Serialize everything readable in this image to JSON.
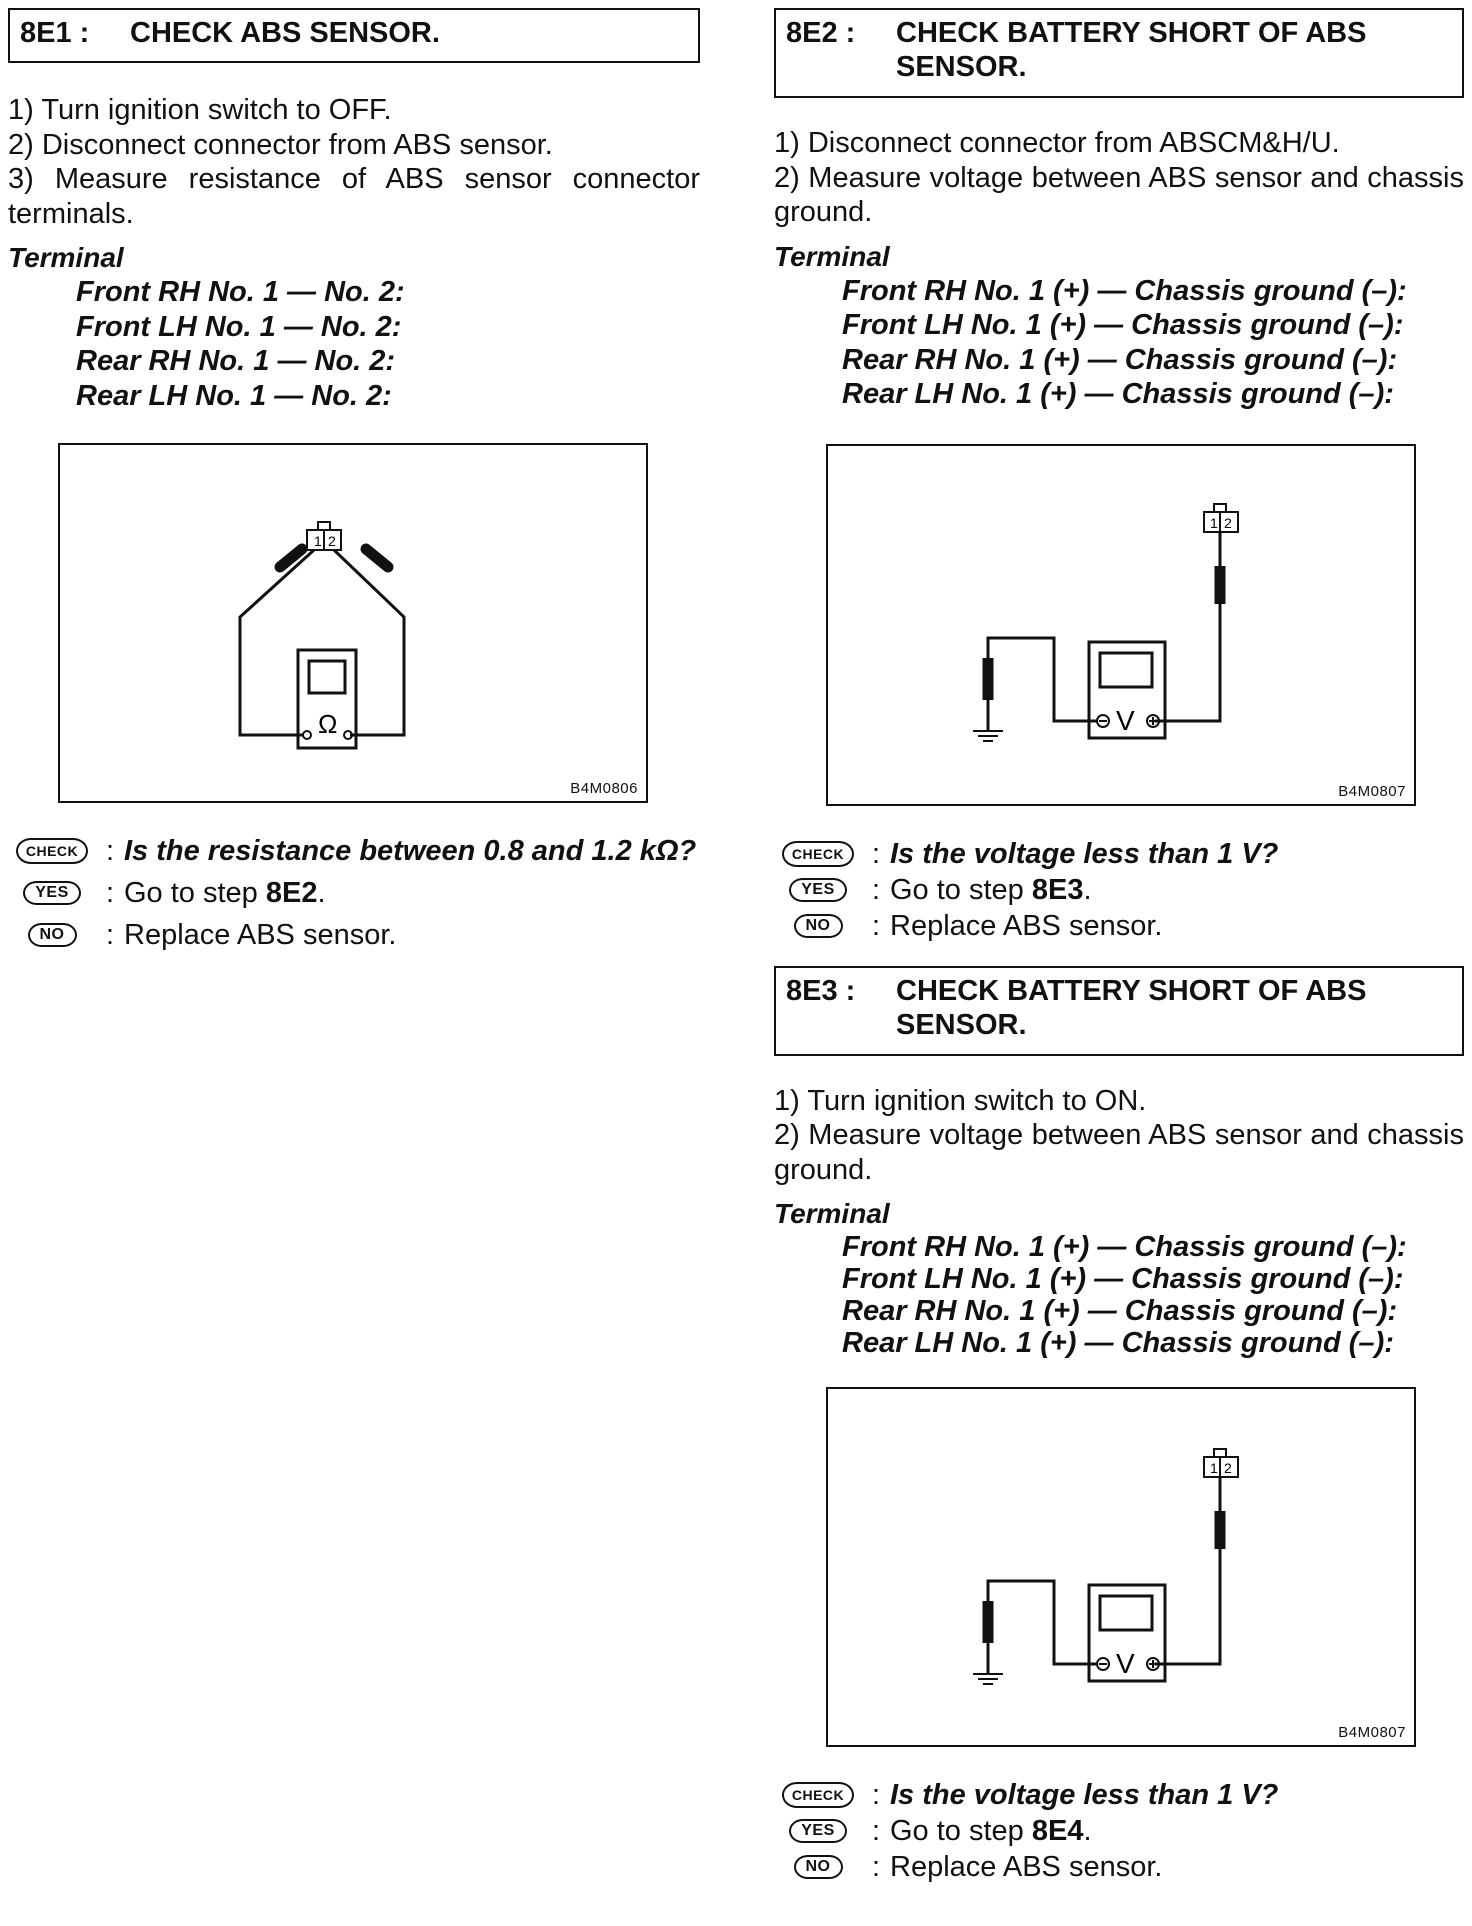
{
  "sections": {
    "e1": {
      "code": "8E1 :",
      "title": "CHECK ABS SENSOR.",
      "steps": [
        "1) Turn ignition switch to OFF.",
        "2) Disconnect connector from ABS sensor.",
        "3) Measure resistance of ABS sensor connector terminals."
      ],
      "terminal_label": "Terminal",
      "terminals": [
        "Front RH No. 1 — No. 2:",
        "Front LH No. 1 — No. 2:",
        "Rear RH No. 1 — No. 2:",
        "Rear LH No. 1 — No. 2:"
      ],
      "figure_code": "B4M0806",
      "figure_connector_pins": [
        "1",
        "2"
      ],
      "figure_meter_symbol": "Ω",
      "check_badge": "CHECK",
      "check_question": "Is the resistance between 0.8 and 1.2 kΩ?",
      "yes_badge": "YES",
      "yes_prefix": "Go to step ",
      "yes_step": "8E2",
      "yes_suffix": ".",
      "no_badge": "NO",
      "no_text": "Replace ABS sensor."
    },
    "e2": {
      "code": "8E2 :",
      "title": "CHECK BATTERY SHORT OF ABS SENSOR.",
      "steps": [
        "1) Disconnect connector from ABSCM&H/U.",
        "2) Measure voltage between ABS sensor and chassis ground."
      ],
      "terminal_label": "Terminal",
      "terminals": [
        "Front RH No. 1 (+) — Chassis ground (–):",
        "Front LH No. 1 (+) — Chassis ground (–):",
        "Rear RH No. 1 (+) — Chassis ground (–):",
        "Rear LH No. 1 (+) — Chassis ground (–):"
      ],
      "figure_code": "B4M0807",
      "figure_connector_pins": [
        "1",
        "2"
      ],
      "figure_meter_symbol": "V",
      "check_badge": "CHECK",
      "check_question": "Is the voltage less than 1 V?",
      "yes_badge": "YES",
      "yes_prefix": "Go to step ",
      "yes_step": "8E3",
      "yes_suffix": ".",
      "no_badge": "NO",
      "no_text": "Replace ABS sensor."
    },
    "e3": {
      "code": "8E3 :",
      "title": "CHECK BATTERY SHORT OF ABS SENSOR.",
      "steps": [
        "1) Turn ignition switch to ON.",
        "2) Measure voltage between ABS sensor and chassis ground."
      ],
      "terminal_label": "Terminal",
      "terminals": [
        "Front RH No. 1 (+) — Chassis ground (–):",
        "Front LH No. 1 (+) — Chassis ground (–):",
        "Rear RH No. 1 (+) — Chassis ground (–):",
        "Rear LH No. 1 (+) — Chassis ground (–):"
      ],
      "figure_code": "B4M0807",
      "figure_connector_pins": [
        "1",
        "2"
      ],
      "figure_meter_symbol": "V",
      "check_badge": "CHECK",
      "check_question": "Is the voltage less than 1 V?",
      "yes_badge": "YES",
      "yes_prefix": "Go to step ",
      "yes_step": "8E4",
      "yes_suffix": ".",
      "no_badge": "NO",
      "no_text": "Replace ABS sensor."
    }
  }
}
